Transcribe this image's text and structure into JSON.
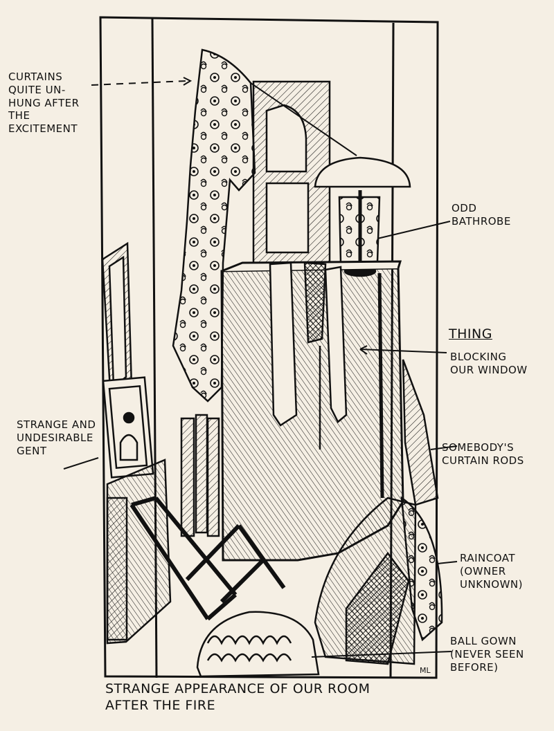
{
  "annotations": {
    "curtains": "CURTAINS\nQUITE UN-\nHUNG AFTER\nTHE EXCITEMENT",
    "bathrobe": "ODD\nBATHROBE",
    "thing_title": "THING",
    "thing_body": "BLOCKING\nOUR WINDOW",
    "gent": "STRANGE AND\nUNDESIRABLE\nGENT",
    "curtain_rods": "SOMEBODY'S\nCURTAIN RODS",
    "raincoat": "RAINCOAT\n(OWNER\nUNKNOWN)",
    "ball_gown": "BALL GOWN\n(NEVER SEEN\nBEFORE)"
  },
  "caption": {
    "line1": "STRANGE APPEARANCE OF OUR ROOM",
    "line2": "AFTER THE FIRE"
  },
  "initials": "ML"
}
